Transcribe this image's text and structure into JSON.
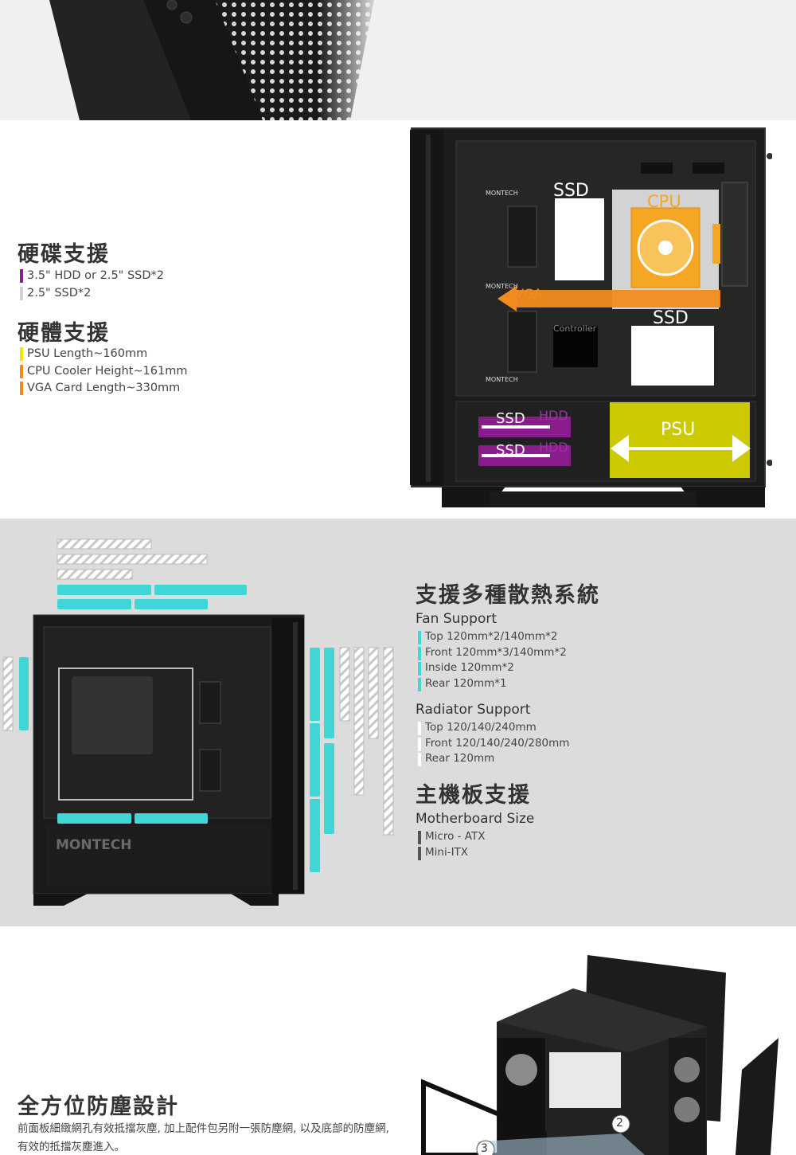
{
  "top_banner": {},
  "storage": {
    "hdd_title": "硬碟支援",
    "hdd_items": [
      {
        "text": "3.5\" HDD or 2.5\" SSD*2",
        "color": "#8b1f8e"
      },
      {
        "text": "2.5\" SSD*2",
        "color": "#d0d0d0"
      }
    ],
    "hw_title": "硬體支援",
    "hw_items": [
      {
        "text": "PSU Length~160mm",
        "color": "#f2e600"
      },
      {
        "text": "CPU Cooler Height~161mm",
        "color": "#f08a1c"
      },
      {
        "text": "VGA Card Length~330mm",
        "color": "#f08a1c"
      }
    ],
    "diagram": {
      "brand_1": "MONTECH",
      "brand_2": "MONTECH",
      "brand_3": "MONTECH",
      "ssd_top": "SSD",
      "cpu": "CPU",
      "vga": "VGA",
      "controller": "Controller",
      "ssd_right": "SSD",
      "ssd_bottom_1": "SSD",
      "hdd_1": "HDD",
      "ssd_bottom_2": "SSD",
      "hdd_2": "HDD",
      "psu": "PSU"
    }
  },
  "cooling": {
    "title": "支援多種散熱系統",
    "fan_title": "Fan Support",
    "fan_items": [
      "Top 120mm*2/140mm*2",
      "Front 120mm*3/140mm*2",
      "Inside 120mm*2",
      "Rear 120mm*1"
    ],
    "rad_title": "Radiator Support",
    "rad_items": [
      "Top 120/140/240mm",
      "Front 120/140/240/280mm",
      "Rear 120mm"
    ],
    "mb_title": "主機板支援",
    "mb_sub": "Motherboard Size",
    "mb_items": [
      "Micro - ATX",
      "Mini-ITX"
    ],
    "brand": "MONTECH",
    "fan_color": "#41d6d6",
    "rad_color": "#ffffff"
  },
  "dust": {
    "title": "全方位防塵設計",
    "desc": "前面板細緻網孔有效抵擋灰塵, 加上配件包另附一張防塵網, 以及底部的防塵網, 有效的抵擋灰塵進入。",
    "callout_2": "2",
    "callout_3": "3"
  }
}
